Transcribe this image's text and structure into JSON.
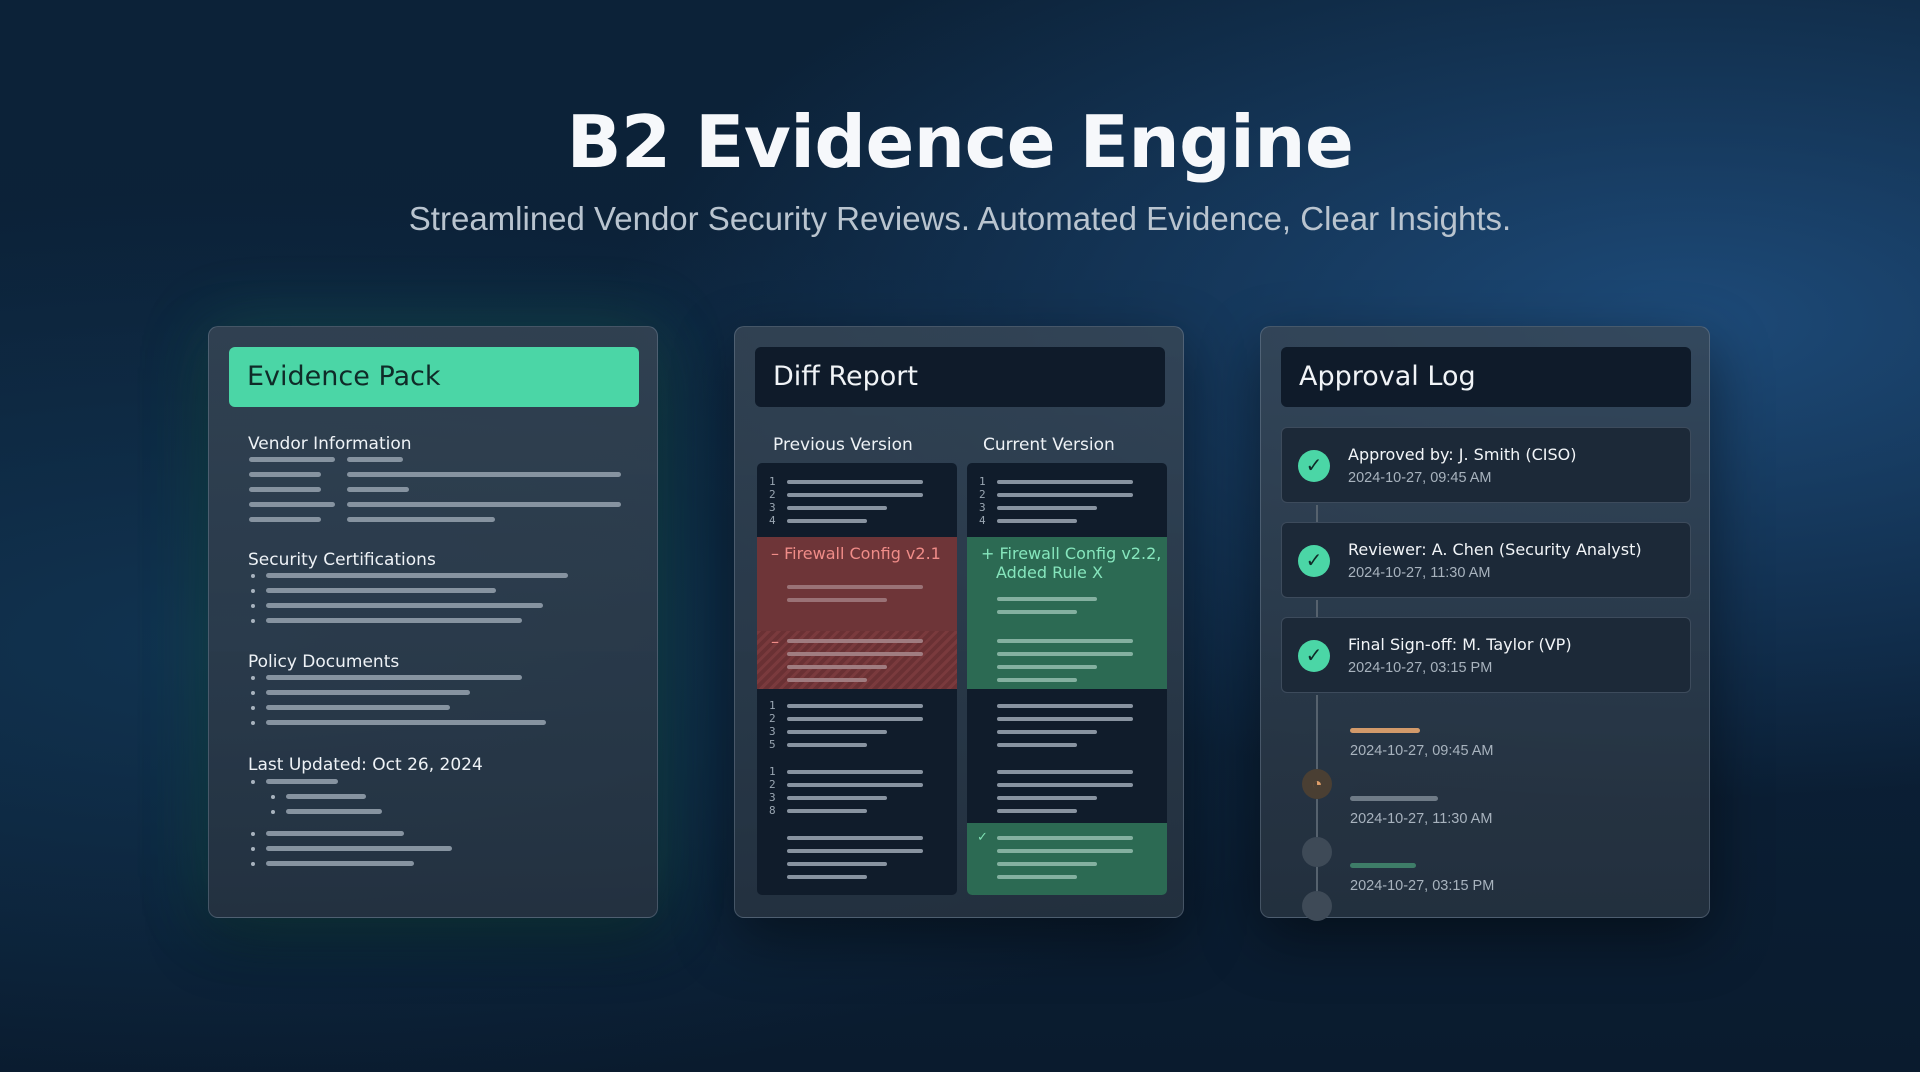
{
  "hero": {
    "title": "B2 Evidence Engine",
    "subtitle": "Streamlined Vendor Security Reviews. Automated Evidence, Clear Insights."
  },
  "evidence_pack": {
    "title": "Evidence Pack",
    "sections": [
      "Vendor Information",
      "Security Certifications",
      "Policy Documents",
      "Last Updated: Oct 26, 2024"
    ]
  },
  "diff_report": {
    "title": "Diff Report",
    "previous_label": "Previous Version",
    "current_label": "Current Version",
    "prev_line_numbers": [
      "1",
      "2",
      "3",
      "4"
    ],
    "prev_line_numbers_2": [
      "1",
      "2",
      "3",
      "5"
    ],
    "prev_line_numbers_3": [
      "1",
      "2",
      "3",
      "8"
    ],
    "curr_line_numbers": [
      "1",
      "2",
      "3",
      "4"
    ],
    "removed_text": "– Firewall Config v2.1",
    "removed_marker": "–",
    "added_text_1": "+ Firewall Config v2.2,",
    "added_text_2": "Added Rule X",
    "added_check": "✓"
  },
  "approval_log": {
    "title": "Approval Log",
    "approved": [
      {
        "title": "Approved by: J. Smith (CISO)",
        "time": "2024-10-27, 09:45 AM"
      },
      {
        "title": "Reviewer: A. Chen (Security Analyst)",
        "time": "2024-10-27, 11:30 AM"
      },
      {
        "title": "Final Sign-off: M. Taylor (VP)",
        "time": "2024-10-27, 03:15 PM"
      }
    ],
    "pending": [
      {
        "time": "2024-10-27, 09:45 AM",
        "color": "#d29a6a"
      },
      {
        "time": "2024-10-27, 11:30 AM",
        "color": "#6f7b87"
      },
      {
        "time": "2024-10-27, 03:15 PM",
        "color": "#3e7d68"
      }
    ],
    "colors": {
      "approved": "#4bd6a6",
      "pending_clock": "#e2a06a"
    }
  }
}
